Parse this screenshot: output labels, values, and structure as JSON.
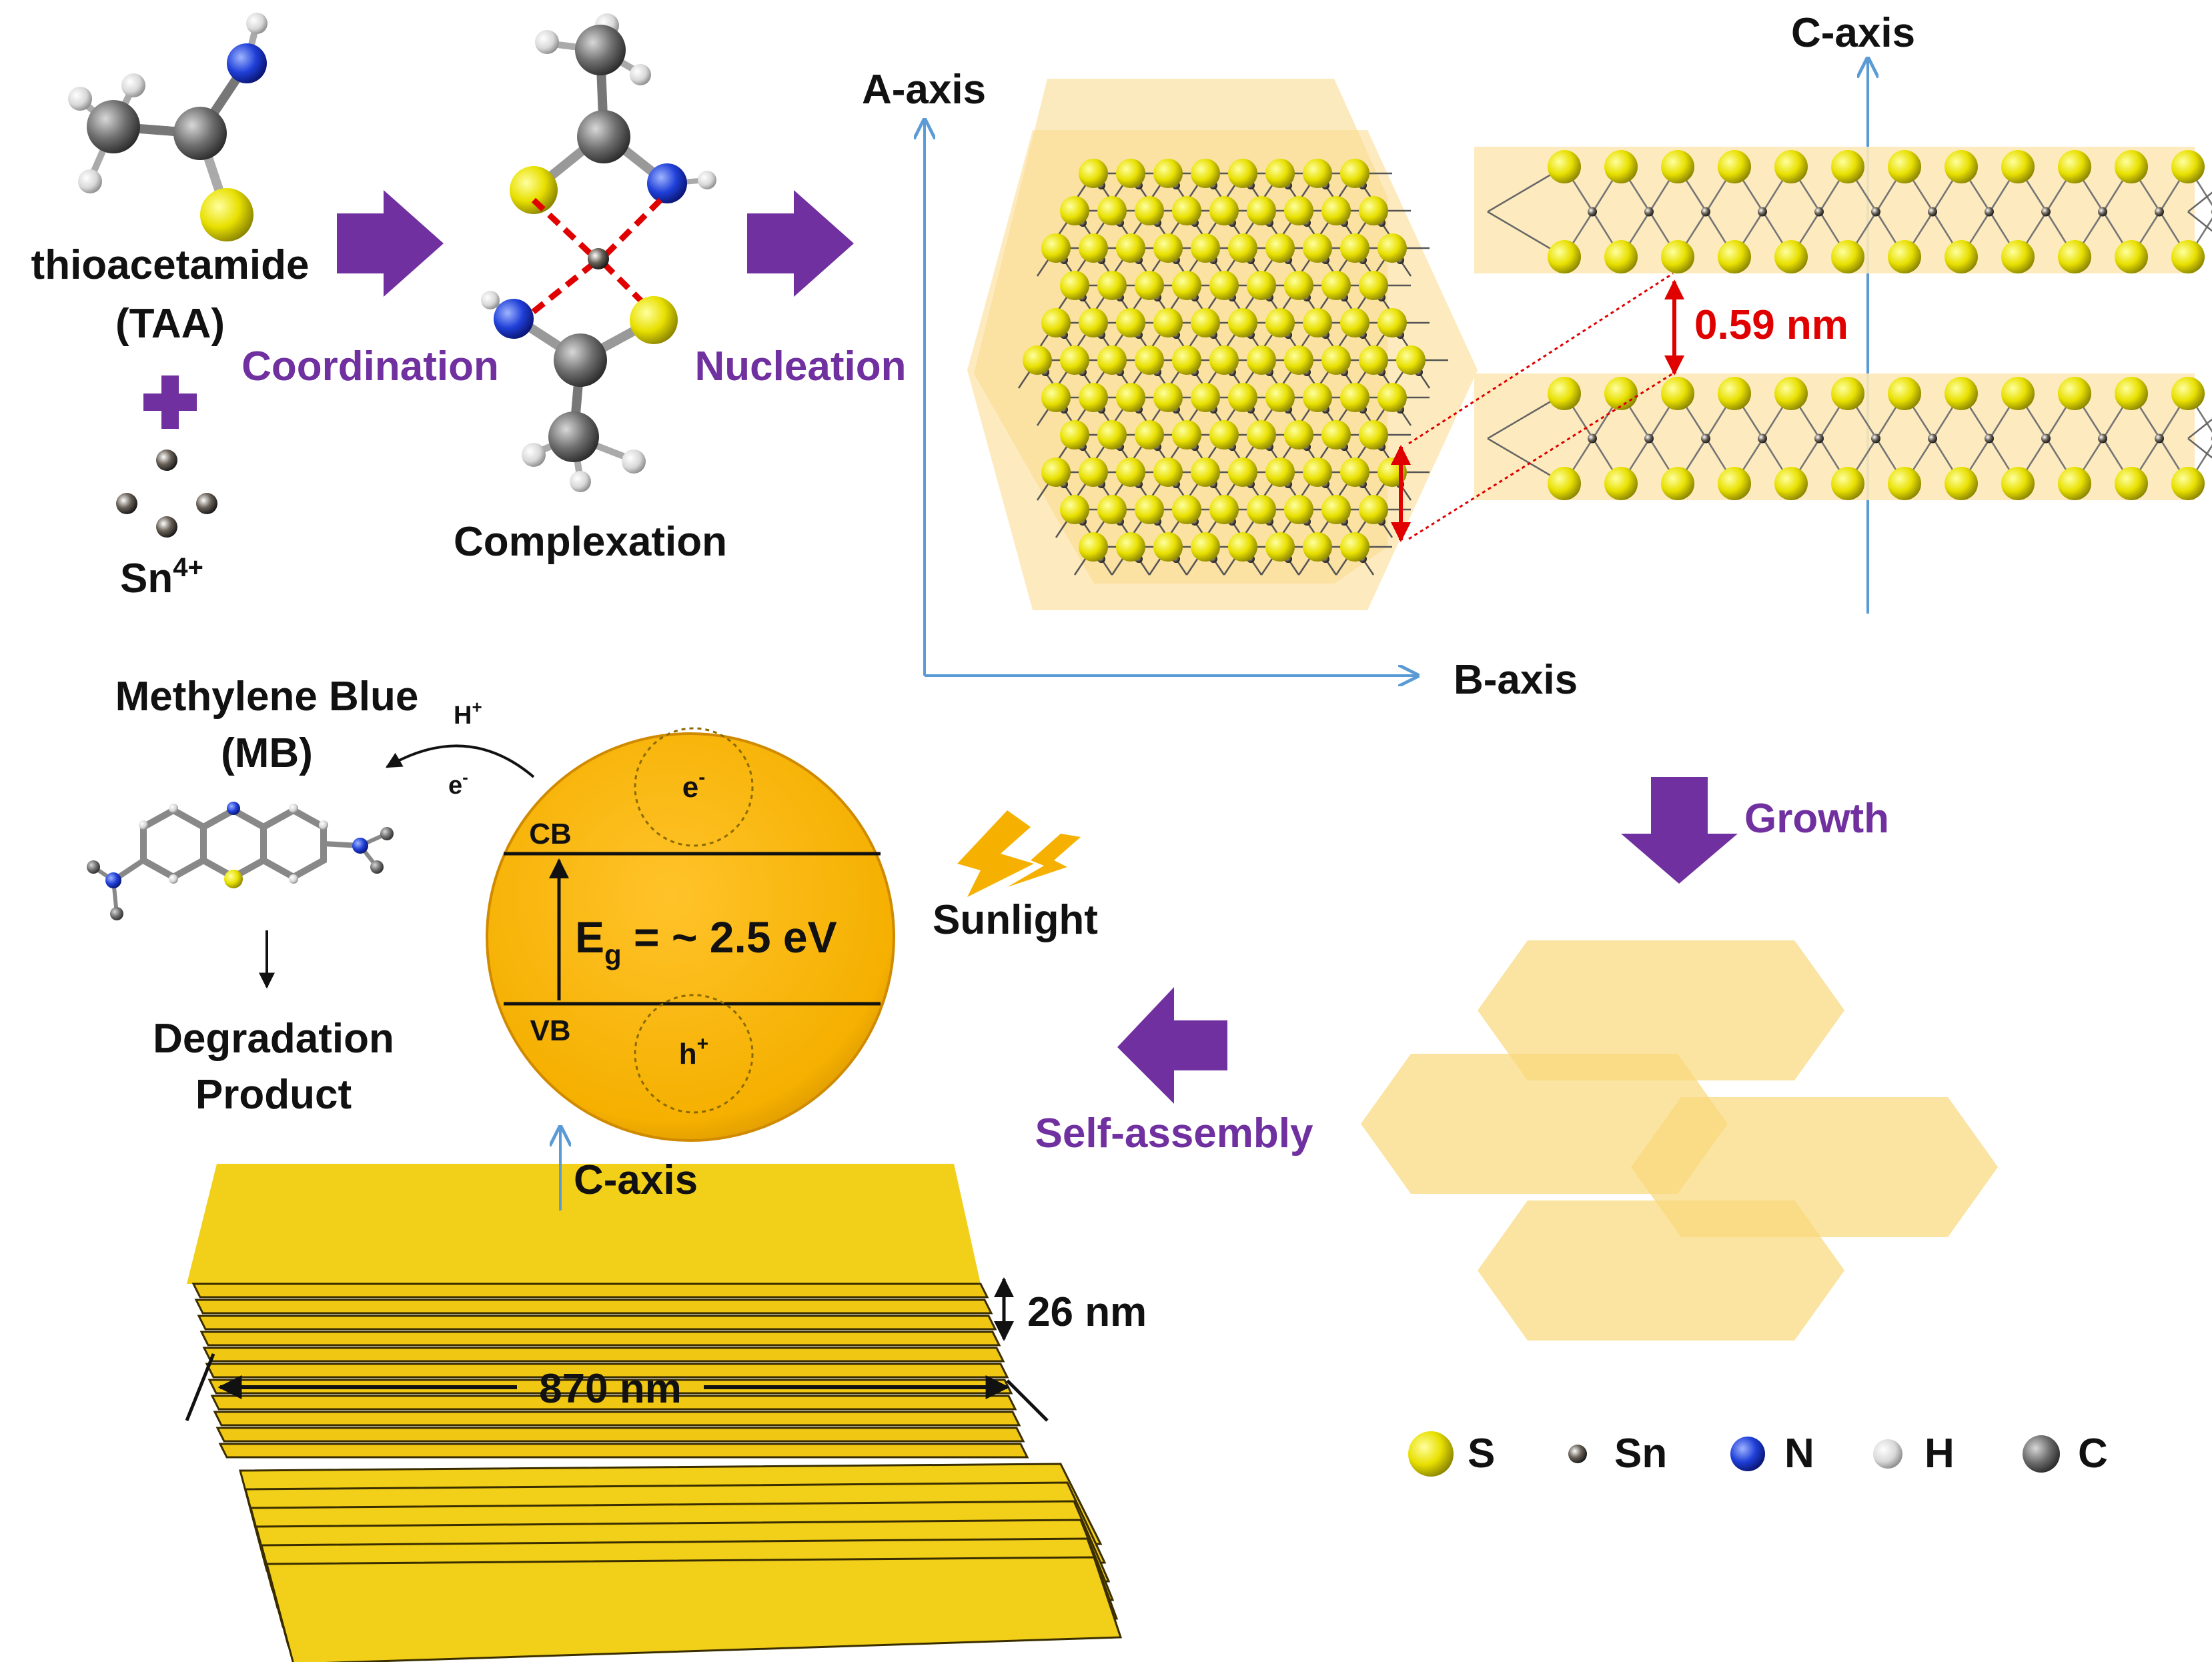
{
  "labels": {
    "taa_name": "thioacetamide",
    "taa_abbr": "(TAA)",
    "sn_ion_base": "Sn",
    "sn_ion_sup": "4+",
    "coordination": "Coordination",
    "complexation": "Complexation",
    "nucleation": "Nucleation",
    "a_axis": "A-axis",
    "b_axis": "B-axis",
    "c_axis_top": "C-axis",
    "layer_spacing": "0.59 nm",
    "growth": "Growth",
    "self_assembly": "Self-assembly",
    "c_axis_bottom": "C-axis",
    "thickness": "26 nm",
    "length": "870 nm",
    "mb_name": "Methylene Blue",
    "mb_abbr": "(MB)",
    "h_plus_base": "H",
    "h_plus_sup": "+",
    "e_minus_base": "e",
    "e_minus_sup": "-",
    "degradation_1": "Degradation",
    "degradation_2": "Product",
    "cb": "CB",
    "vb": "VB",
    "eg_e": "E",
    "eg_sub": "g",
    "eg_value": " = ~ 2.5 eV",
    "hole_base": "h",
    "hole_sup": "+",
    "sunlight": "Sunlight"
  },
  "legend": [
    {
      "symbol": "S",
      "color": "#e8e000",
      "icon": "sulfur-atom-icon"
    },
    {
      "symbol": "Sn",
      "color": "#3a3a3a",
      "icon": "tin-atom-icon"
    },
    {
      "symbol": "N",
      "color": "#1f3fd8",
      "icon": "nitrogen-atom-icon"
    },
    {
      "symbol": "H",
      "color": "#d0d0d0",
      "icon": "hydrogen-atom-icon"
    },
    {
      "symbol": "C",
      "color": "#6e6e6e",
      "icon": "carbon-atom-icon"
    }
  ],
  "colors": {
    "process_arrow": "#7030a0",
    "process_label": "#7030a0",
    "axis": "#5b9bd5",
    "measure_red": "#e00000",
    "sulfur": "#e8e000",
    "crystal_bg": "#fde9b8",
    "band_circle": "#f5b400",
    "platelet": "#fad97a",
    "nanosheet": "#f2cf18"
  }
}
